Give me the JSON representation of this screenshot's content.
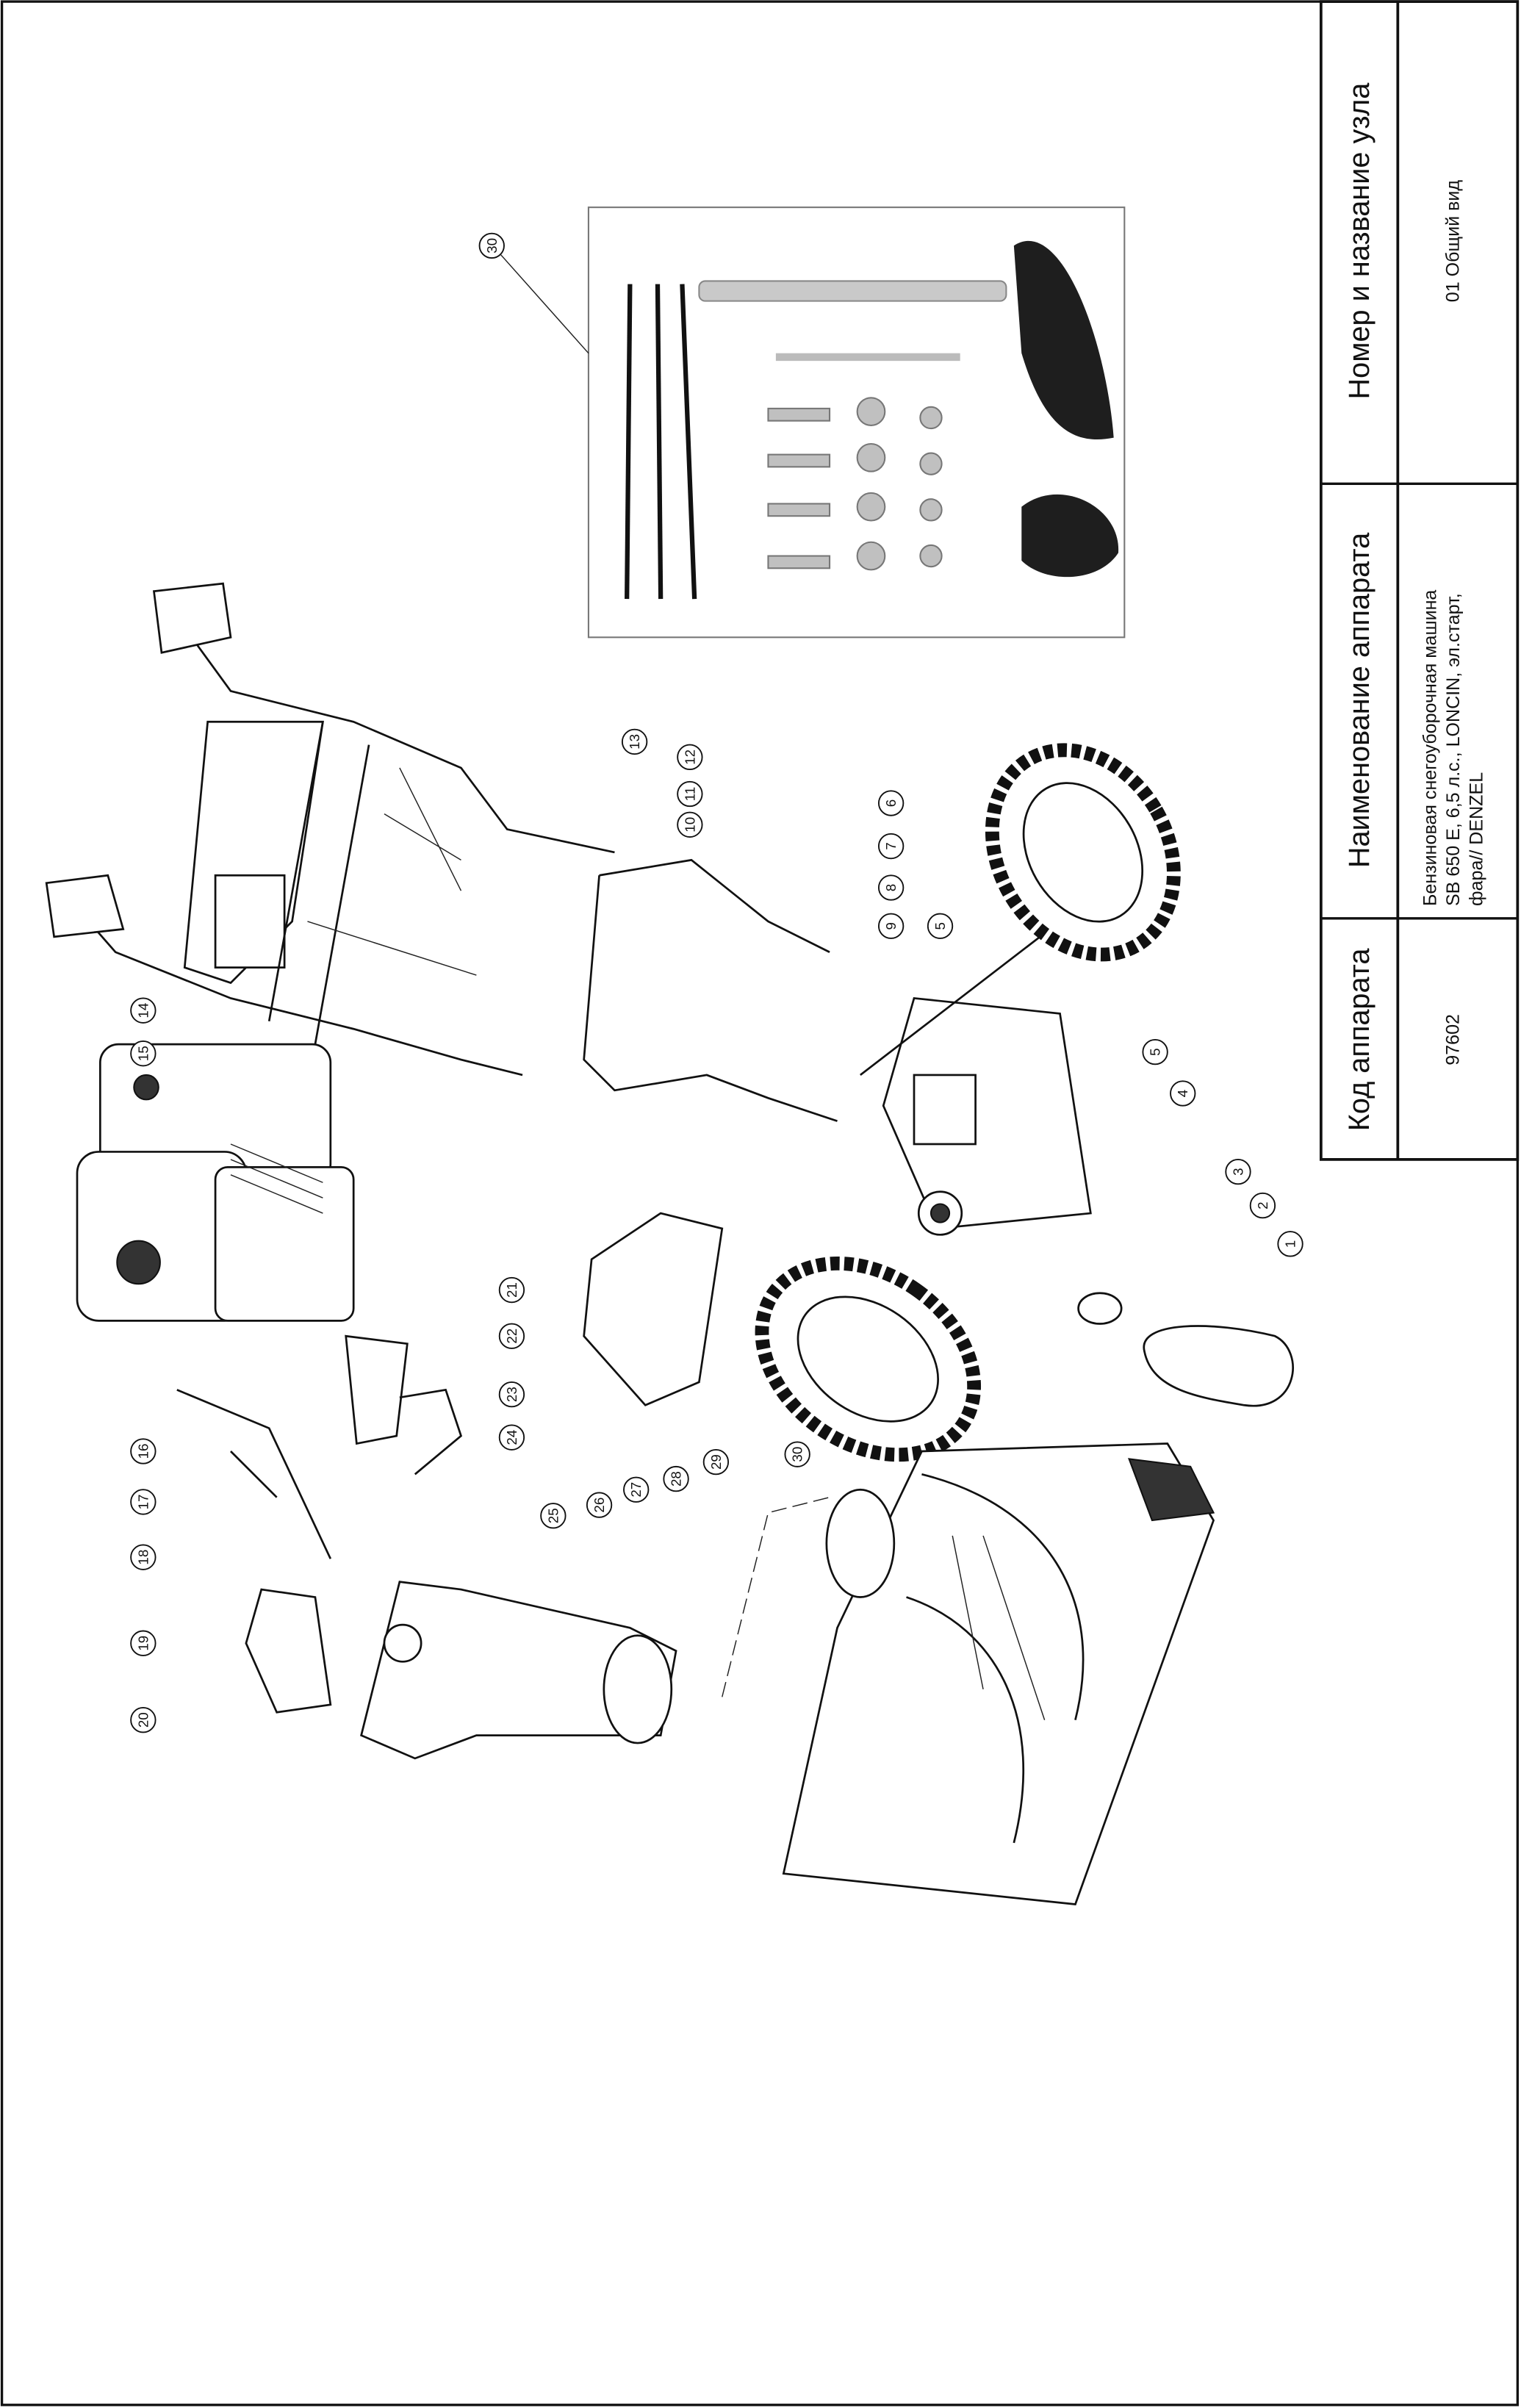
{
  "title_block": {
    "node_header": "Номер и название узла",
    "node_value": "01 Общий вид",
    "name_header": "Наименование аппарата",
    "name_lines": [
      "Бензиновая снегоуборочная машина",
      "SB 650 E, 6,5 л.с., LONCIN, эл.старт,",
      "фара// DENZEL"
    ],
    "code_header": "Код аппарата",
    "code_value": "97602"
  },
  "callouts": [
    "30",
    "13",
    "12",
    "11",
    "10",
    "9",
    "5",
    "6",
    "7",
    "8",
    "5",
    "4",
    "3",
    "2",
    "1",
    "14",
    "15",
    "21",
    "22",
    "23",
    "24",
    "29",
    "28",
    "27",
    "26",
    "25",
    "30",
    "16",
    "17",
    "18",
    "19",
    "20"
  ]
}
